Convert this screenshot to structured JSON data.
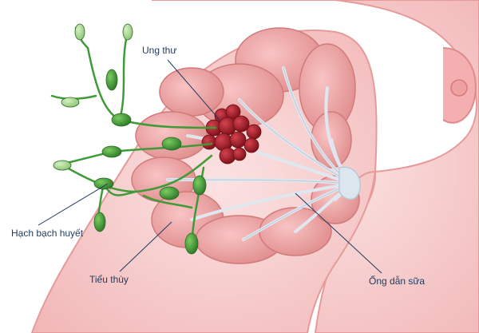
{
  "labels": {
    "cancer": "Ung thư",
    "lymph_node": "Hạch bạch huyết",
    "lobule": "Tiểu thùy",
    "milk_duct": "Ống dẫn sữa"
  },
  "colors": {
    "skin": "#f7c9c9",
    "skin_edge": "#e69a9a",
    "lobule": "#f0a0a0",
    "lobule_edge": "#d27a7a",
    "duct": "#e9f0f6",
    "duct_edge": "#b9c9d8",
    "tumor": "#b3202c",
    "tumor_dark": "#7d1018",
    "lymph": "#3f9a38",
    "lymph_light": "#a6d890",
    "label_text": "#1f3a5f"
  }
}
